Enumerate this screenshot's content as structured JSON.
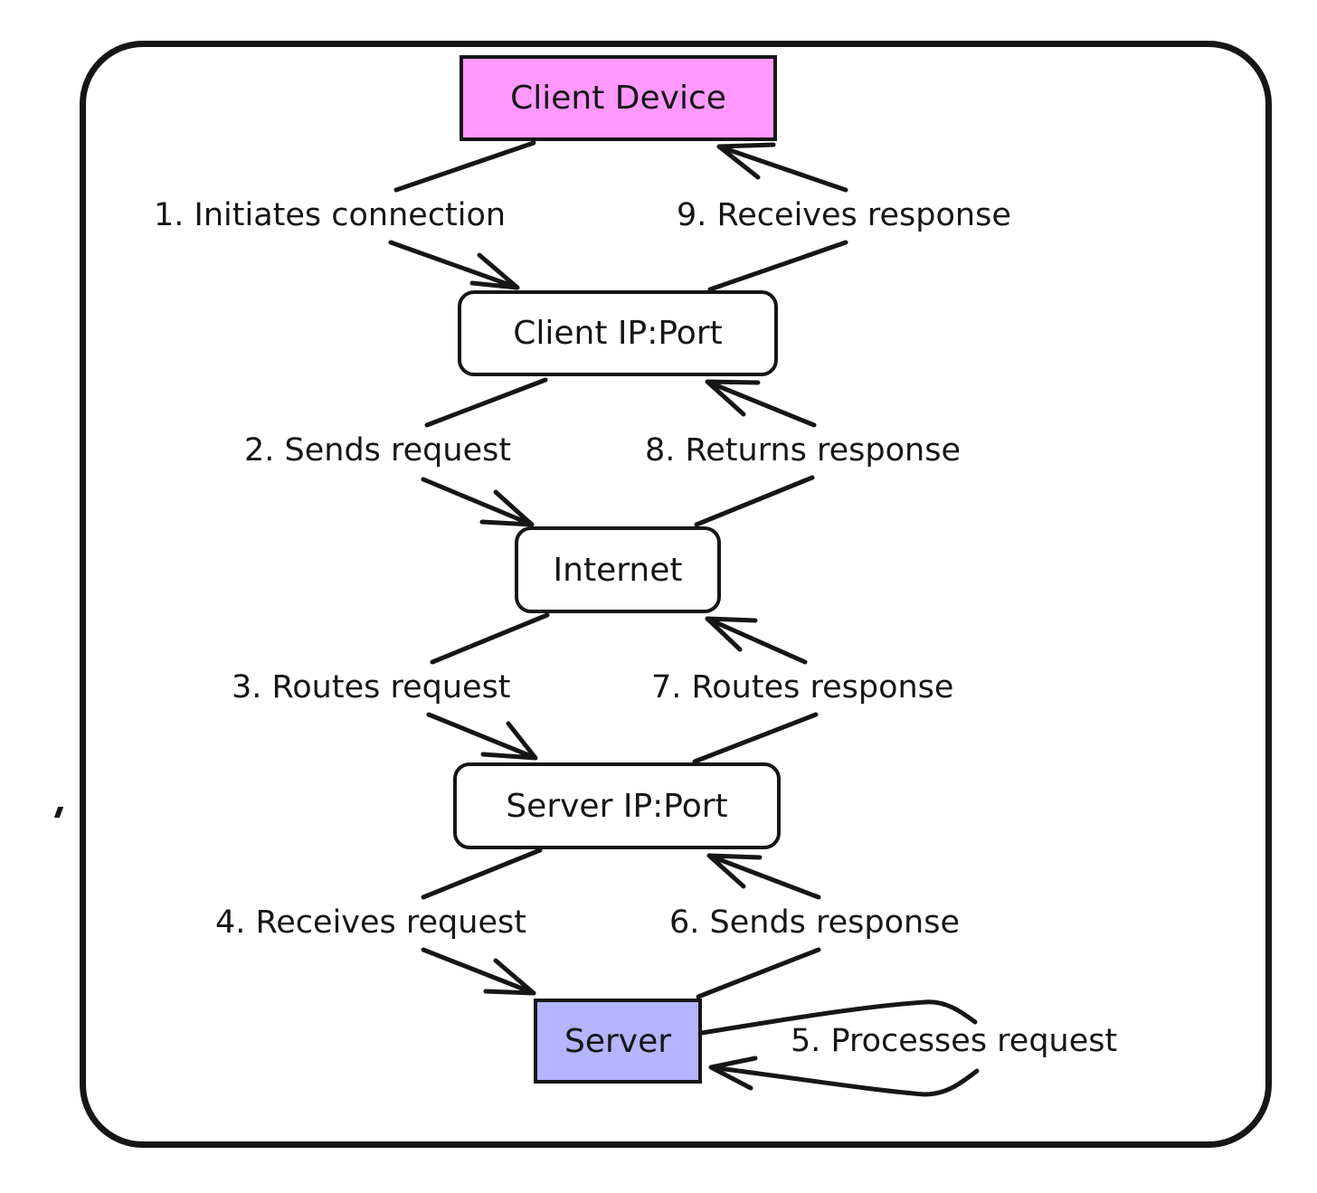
{
  "nodes": {
    "client_device": "Client Device",
    "client_ip_port": "Client IP:Port",
    "internet": "Internet",
    "server_ip_port": "Server IP:Port",
    "server": "Server"
  },
  "steps": {
    "s1": "1. Initiates connection",
    "s2": "2. Sends request",
    "s3": "3. Routes request",
    "s4": "4. Receives request",
    "s5": "5. Processes request",
    "s6": "6. Sends response",
    "s7": "7. Routes response",
    "s8": "8. Returns response",
    "s9": "9. Receives response"
  },
  "colors": {
    "client_device_fill": "#ff99ff",
    "server_fill": "#b4b4ff",
    "stroke": "#161616"
  }
}
